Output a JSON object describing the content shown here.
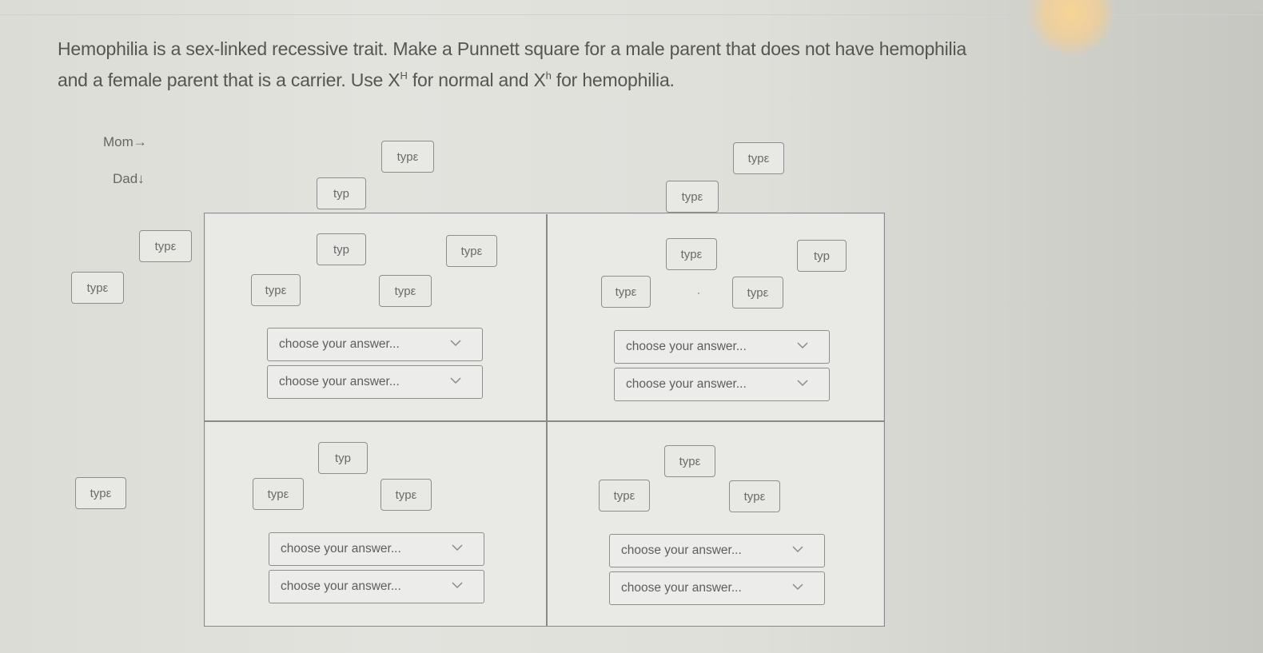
{
  "question": {
    "line1": "Hemophilia is a sex-linked recessive trait. Make a Punnett square for a male parent that does not have hemophilia",
    "line2_prefix": "and a female parent that is a carrier.  Use X",
    "normal_allele_sup": "H",
    "line2_middle": " for normal and X",
    "hemophilia_allele_sup": "h",
    "line2_suffix": " for hemophilia."
  },
  "labels": {
    "mom": "Mom→",
    "dad": "Dad↓"
  },
  "header_inputs": {
    "mom_1_top": "typ­ε",
    "mom_1_base": "typ",
    "mom_2_top": "typ­ε",
    "mom_2_base": "typ­ε",
    "dad_1_top": "typ­ε",
    "dad_1_base": "typ­ε",
    "dad_2_base": "typ­ε"
  },
  "placeholder_short": "typ",
  "placeholder_long": "typε",
  "cells": [
    {
      "name": "top-left",
      "inputs": [
        "typ",
        "typε",
        "typε",
        "typε"
      ],
      "selects": [
        "choose your answer...",
        "choose your answer..."
      ]
    },
    {
      "name": "top-right",
      "inputs": [
        "typε",
        "typ",
        "typε",
        "typε"
      ],
      "selects": [
        "choose your answer...",
        "choose your answer..."
      ]
    },
    {
      "name": "bottom-left",
      "inputs": [
        "typ",
        "typε",
        "typε"
      ],
      "selects": [
        "choose your answer...",
        "choose your answer..."
      ]
    },
    {
      "name": "bottom-right",
      "inputs": [
        "typε",
        "typε",
        "typε"
      ],
      "selects": [
        "choose your answer...",
        "choose your answer..."
      ]
    }
  ],
  "colors": {
    "background": "#dfdfda",
    "border": "#8a8a8a",
    "text": "#555552"
  }
}
